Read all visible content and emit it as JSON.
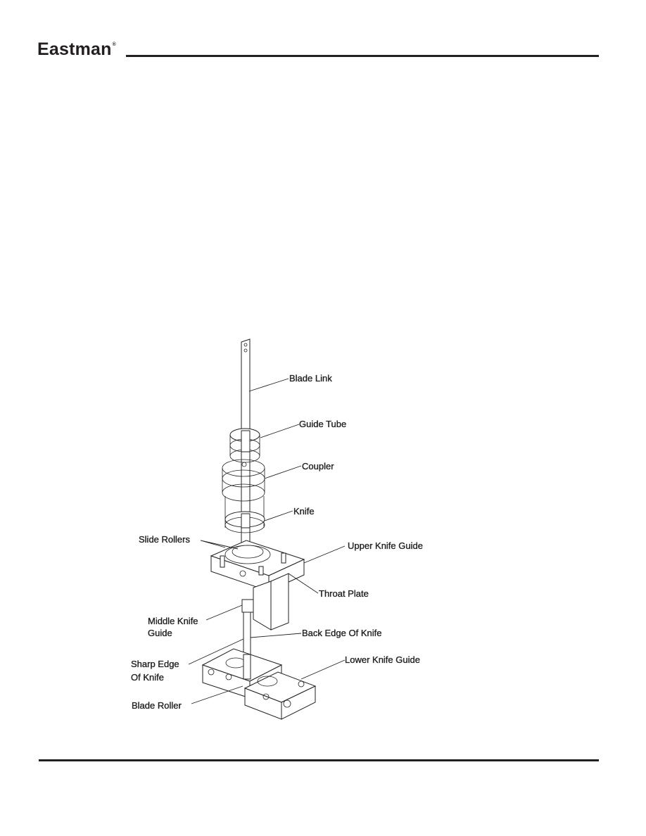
{
  "header": {
    "brand": "Eastman",
    "registered_mark": "®"
  },
  "labels": {
    "blade_link": "Blade Link",
    "guide_tube": "Guide Tube",
    "coupler": "Coupler",
    "knife": "Knife",
    "slide_rollers": "Slide Rollers",
    "upper_knife_guide": "Upper Knife Guide",
    "throat_plate": "Throat Plate",
    "middle_knife_guide_1": "Middle Knife",
    "middle_knife_guide_2": "Guide",
    "back_edge_of_knife": "Back Edge Of Knife",
    "sharp_edge_1": "Sharp Edge",
    "sharp_edge_2": "Of Knife",
    "lower_knife_guide": "Lower Knife Guide",
    "blade_roller": "Blade Roller"
  }
}
